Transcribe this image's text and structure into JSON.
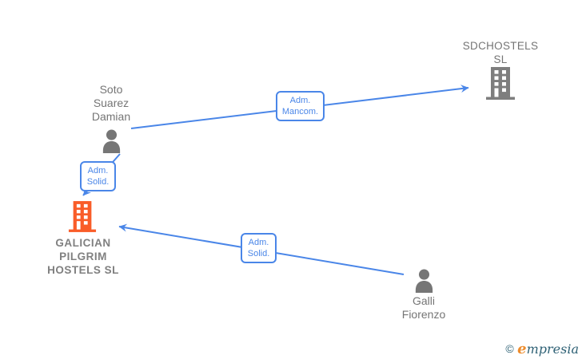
{
  "diagram": {
    "nodes": {
      "soto": {
        "type": "person",
        "lines": [
          "Soto",
          "Suarez",
          "Damian"
        ]
      },
      "sdchostels": {
        "type": "company",
        "lines": [
          "SDCHOSTELS",
          "SL"
        ]
      },
      "galician": {
        "type": "company",
        "lines": [
          "GALICIAN",
          "PILGRIM",
          "HOSTELS  SL"
        ]
      },
      "galli": {
        "type": "person",
        "lines": [
          "Galli",
          "Fiorenzo"
        ]
      }
    },
    "edges": [
      {
        "from": "soto",
        "to": "sdchostels",
        "label_lines": [
          "Adm.",
          "Mancom."
        ]
      },
      {
        "from": "soto",
        "to": "galician",
        "label_lines": [
          "Adm.",
          "Solid."
        ]
      },
      {
        "from": "galli",
        "to": "galician",
        "label_lines": [
          "Adm.",
          "Solid."
        ]
      }
    ]
  },
  "colors": {
    "edge_blue": "#4a86e8",
    "icon_gray": "#7e7e7e",
    "highlight_orange": "#f95d29",
    "label_gray": "#757575",
    "logo_teal": "#2e6175",
    "logo_orange": "#ee8d2e"
  },
  "footer": {
    "copyright_symbol": "©",
    "brand_initial": "e",
    "brand_rest": "mpresia"
  }
}
